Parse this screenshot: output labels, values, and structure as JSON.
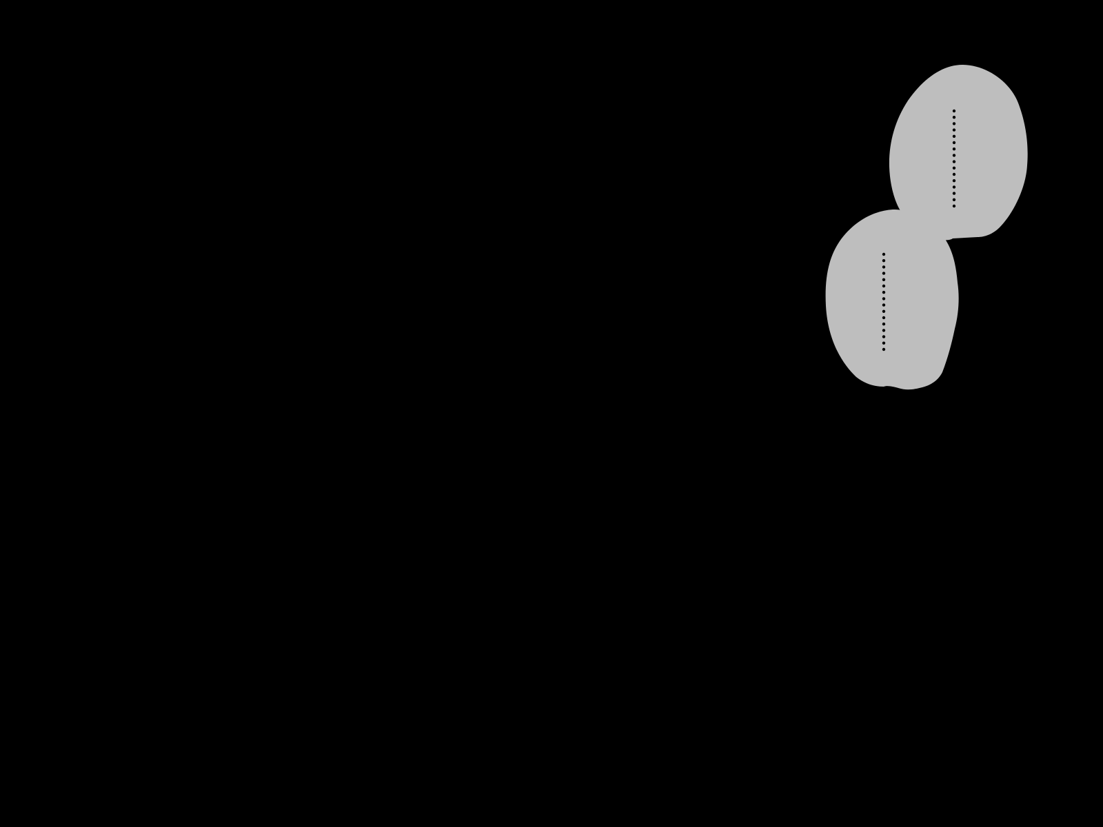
{
  "canvas": {
    "background": "#000000"
  },
  "shapes": {
    "fill_color": "#BEBEBE",
    "dot_color": "#000000",
    "items": [
      {
        "name": "upper-right-blob",
        "kind": "rounded-oval-with-dotted-center-line"
      },
      {
        "name": "lower-left-blob",
        "kind": "rounded-oval-with-dotted-center-line"
      }
    ]
  }
}
